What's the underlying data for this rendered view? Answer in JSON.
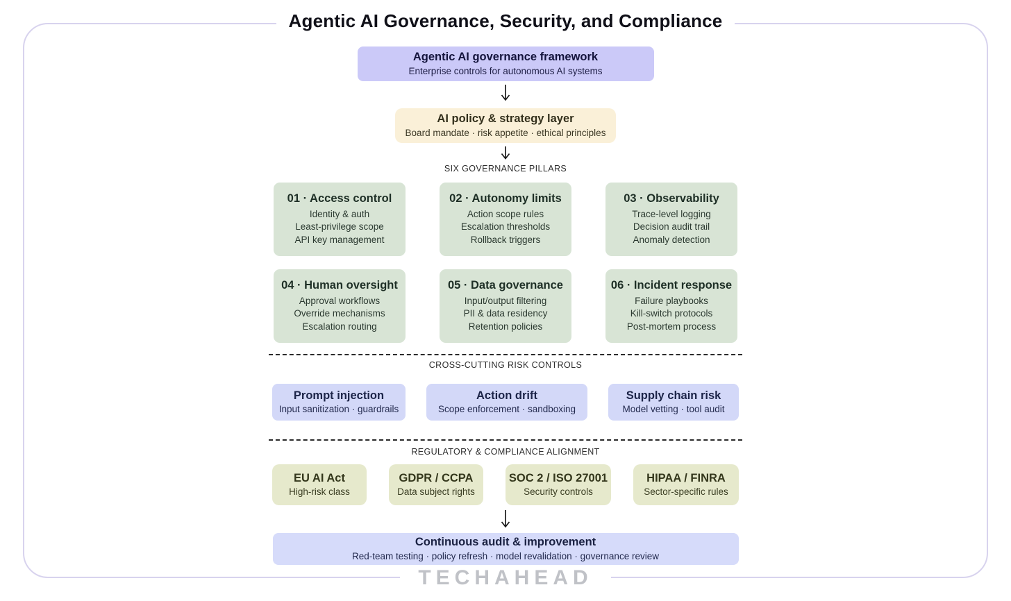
{
  "title": "Agentic AI Governance, Security, and Compliance",
  "framework_box": {
    "title": "Agentic AI governance framework",
    "subtitle": "Enterprise controls for autonomous AI systems"
  },
  "policy_box": {
    "title": "AI policy & strategy layer",
    "subtitle": "Board mandate · risk appetite · ethical principles"
  },
  "section_labels": {
    "pillars": "SIX GOVERNANCE PILLARS",
    "risks": "CROSS-CUTTING RISK CONTROLS",
    "regulatory": "REGULATORY & COMPLIANCE ALIGNMENT"
  },
  "pillars": [
    {
      "title": "01 · Access control",
      "items": [
        "Identity & auth",
        "Least-privilege scope",
        "API key management"
      ]
    },
    {
      "title": "02 · Autonomy limits",
      "items": [
        "Action scope rules",
        "Escalation thresholds",
        "Rollback triggers"
      ]
    },
    {
      "title": "03 · Observability",
      "items": [
        "Trace-level logging",
        "Decision audit trail",
        "Anomaly detection"
      ]
    },
    {
      "title": "04 · Human oversight",
      "items": [
        "Approval workflows",
        "Override mechanisms",
        "Escalation routing"
      ]
    },
    {
      "title": "05 · Data governance",
      "items": [
        "Input/output filtering",
        "PII & data residency",
        "Retention policies"
      ]
    },
    {
      "title": "06 · Incident response",
      "items": [
        "Failure playbooks",
        "Kill-switch protocols",
        "Post-mortem process"
      ]
    }
  ],
  "risks": [
    {
      "title": "Prompt injection",
      "subtitle": "Input sanitization · guardrails"
    },
    {
      "title": "Action drift",
      "subtitle": "Scope enforcement · sandboxing"
    },
    {
      "title": "Supply chain risk",
      "subtitle": "Model vetting · tool audit"
    }
  ],
  "regulations": [
    {
      "title": "EU AI Act",
      "subtitle": "High-risk class"
    },
    {
      "title": "GDPR / CCPA",
      "subtitle": "Data subject rights"
    },
    {
      "title": "SOC 2 / ISO 27001",
      "subtitle": "Security controls"
    },
    {
      "title": "HIPAA / FINRA",
      "subtitle": "Sector-specific rules"
    }
  ],
  "audit_box": {
    "title": "Continuous audit & improvement",
    "subtitle": "Red-team testing · policy refresh · model revalidation · governance review"
  },
  "watermark": "TECHAHEAD",
  "colors": {
    "frame_border": "#d8d3ee",
    "framework_bg": "#cbc9f8",
    "policy_bg": "#faf0d8",
    "pillar_bg": "#d8e4d5",
    "risk_bg": "#d3d8f8",
    "regulation_bg": "#e6e9cc",
    "audit_bg": "#d6dbfa",
    "watermark_gray": "#c0c2c7"
  }
}
